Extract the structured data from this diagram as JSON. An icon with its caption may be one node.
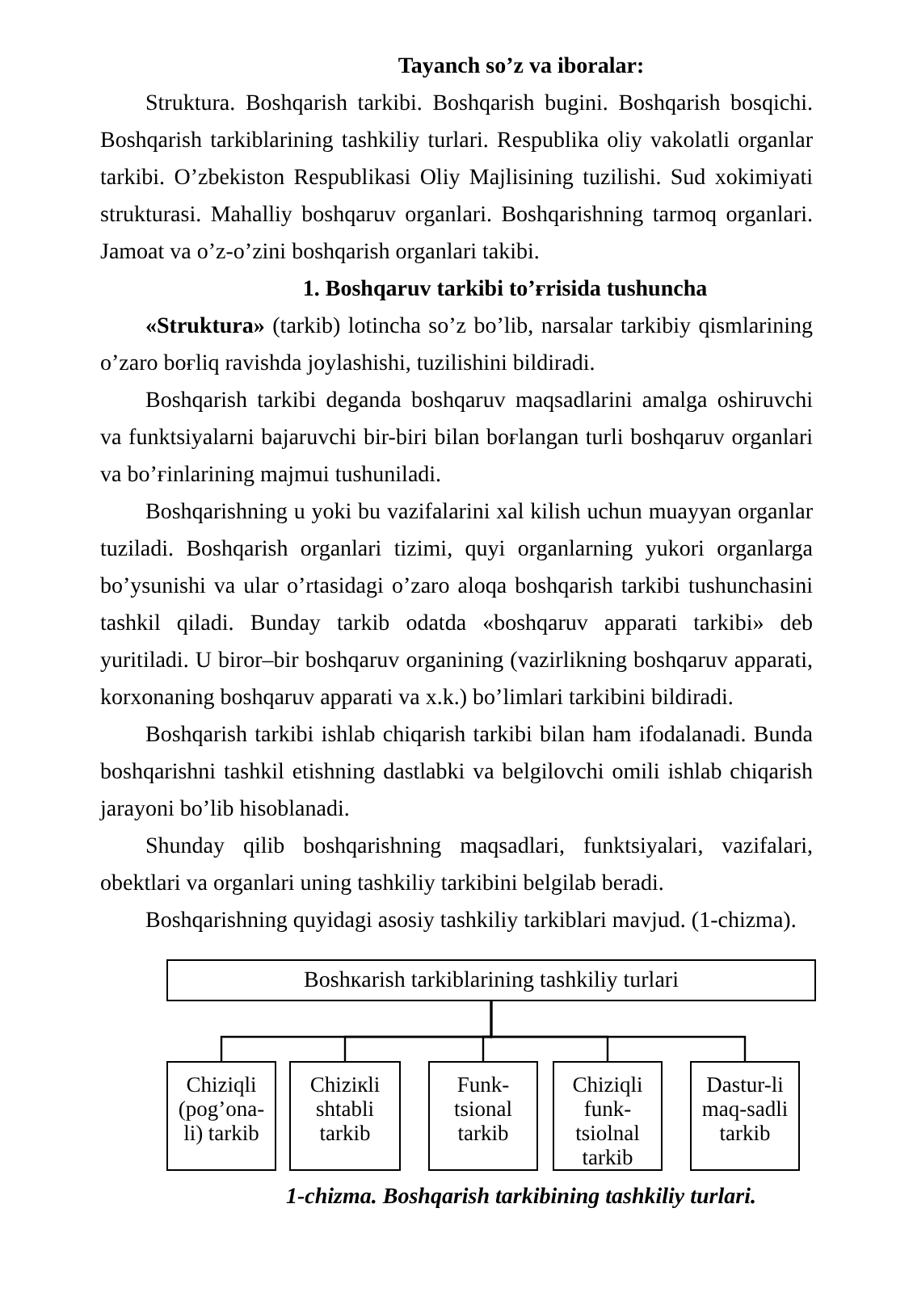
{
  "diagram": {
    "title": "Tayanch so’z va iboralar:",
    "caption": "1-chizma. Boshqarish tarkibining tashkiliy turlari.",
    "nodes": [
      {
        "text": [
          "Boshкarish tarkiblarining tashkiliy turlari"
        ]
      },
      {
        "text": [
          "Chiziqli (pog’ona- li) tarkib"
        ]
      },
      {
        "text": [
          "Chiziкli shtabli tarkib"
        ]
      },
      {
        "text": [
          "Funk- tsional tarkib"
        ]
      },
      {
        "text": [
          "Chiziqli funk- tsiolnal tarkib"
        ]
      },
      {
        "text": [
          "Dastur-li maq-sadli tarkib"
        ]
      }
    ],
    "edges": [
      {
        "from": 0,
        "to": 1,
        "arrow": "none"
      },
      {
        "from": 0,
        "to": 2,
        "arrow": "none"
      },
      {
        "from": 0,
        "to": 3,
        "arrow": "none"
      },
      {
        "from": 0,
        "to": 4,
        "arrow": "none"
      },
      {
        "from": 0,
        "to": 5,
        "arrow": "none"
      }
    ],
    "labels": [
      "Struktura. Boshqarish tarkibi. Boshqarish bugini. Boshqarish bosqichi. Boshqarish tarkiblarining tashkiliy turlari.  Respublika oliy vakolatli organlar tarkibi.  O’zbekiston Respublikasi Oliy Majlisining tuzilishi. Sud xokimiyati strukturasi. Mahalliy boshqaruv organlari. Boshqarishning tarmoq organlari. Jamoat va o’z-o’zini boshqarish organlari takibi.",
      "1. Boshqaruv tarkibi to’ғrisida tushuncha",
      "**«Struktura»** (tarkib) lotincha so’z bo’lib,  narsalar tarkibiy qismlarining o’zaro boғliq ravishda joylashishi, tuzilishini bildiradi.",
      "Boshqarish tarkibi deganda boshqaruv maqsadlarini  amalga  oshiruvchi va funktsiyalarni bajaruvchi bir-biri bilan boғlangan turli boshqaruv organlari va bo’ғinlarining majmui tushuniladi.",
      "Boshqarishning u yoki bu vazifalarini xal kilish uchun muayyan organlar tuziladi. Boshqarish organlari tizimi, quyi organlarning  yukori organlarga bo’ysunishi va ular  o’rtasidagi  o’zaro aloqa boshqarish tarkibi tushunchasini tashkil qiladi. Bunday tarkib odatda «boshqaruv apparati tarkibi» deb yuritiladi. U biror–bir boshqaruv organining  (vazirlikning boshqaruv apparati, korxonaning boshqaruv apparati va x.k.) bo’limlari tarkibini bildiradi.",
      "Boshqarish tarkibi  ishlab chiqarish tarkibi bilan ham ifodalanadi. Bunda boshqarishni tashkil etishning dastlabki va belgilovchi omili ishlab chiqarish jarayoni bo’lib hisoblanadi.",
      "Shunday qilib boshqarishning  maqsadlari, funktsiyalari, vazifalari, obektlari va organlari uning tashkiliy tarkibini belgilab beradi.",
      "Boshqarishning quyidagi asosiy tashkiliy tarkiblari mavjud. (1-chizma)."
    ]
  }
}
